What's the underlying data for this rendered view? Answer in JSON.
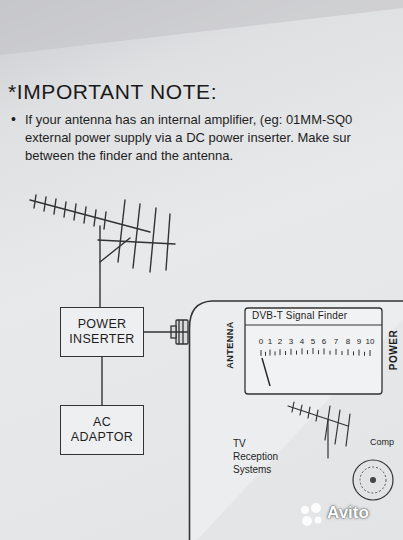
{
  "diagram": {
    "title": "*IMPORTANT NOTE:",
    "nodes": [
      {
        "text": [
          "POWER INSERTER"
        ]
      },
      {
        "text": [
          "AC ADAPTOR"
        ]
      },
      {
        "text": [
          "DVB-T Signal Finder",
          "ANTENNA",
          "POWER",
          "TV Reception Systems",
          "Comp"
        ]
      }
    ],
    "edges": [
      {
        "from": 0,
        "to": 2,
        "arrow": "none"
      },
      {
        "from": 1,
        "to": 0,
        "arrow": "none"
      }
    ],
    "labels": [
      "•",
      "If your antenna has an internal amplifier, (eg: 01MM-SQ0",
      "external power supply via a DC power inserter. Make sur",
      "between the finder and the antenna.",
      "0",
      "1",
      "2",
      "3",
      "4",
      "5",
      "6",
      "7",
      "8",
      "9",
      "10",
      "Avito"
    ]
  }
}
